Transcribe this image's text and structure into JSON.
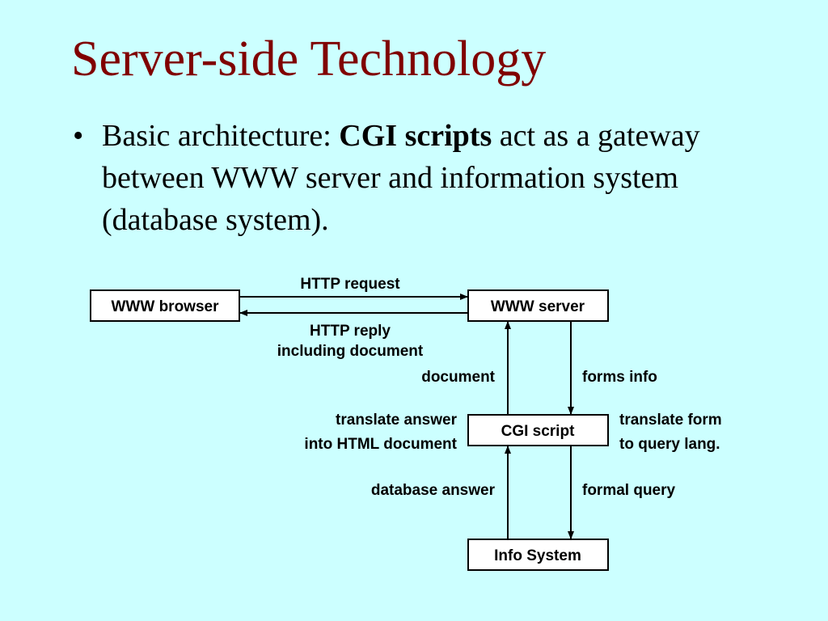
{
  "slide": {
    "title": "Server-side Technology",
    "bullet": {
      "prefix": "Basic architecture: ",
      "emphasis": "CGI scripts",
      "suffix": " act as a gateway between WWW server and information system (database system)."
    }
  },
  "diagram": {
    "nodes": {
      "browser": "WWW browser",
      "server": "WWW server",
      "cgi": "CGI script",
      "info": "Info System"
    },
    "edges": {
      "http_request": "HTTP request",
      "http_reply_1": "HTTP reply",
      "http_reply_2": "including document",
      "document": "document",
      "forms_info": "forms info",
      "translate_answer_1": "translate answer",
      "translate_answer_2": "into HTML document",
      "translate_form_1": "translate form",
      "translate_form_2": "to query lang.",
      "database_answer": "database answer",
      "formal_query": "formal query"
    }
  }
}
